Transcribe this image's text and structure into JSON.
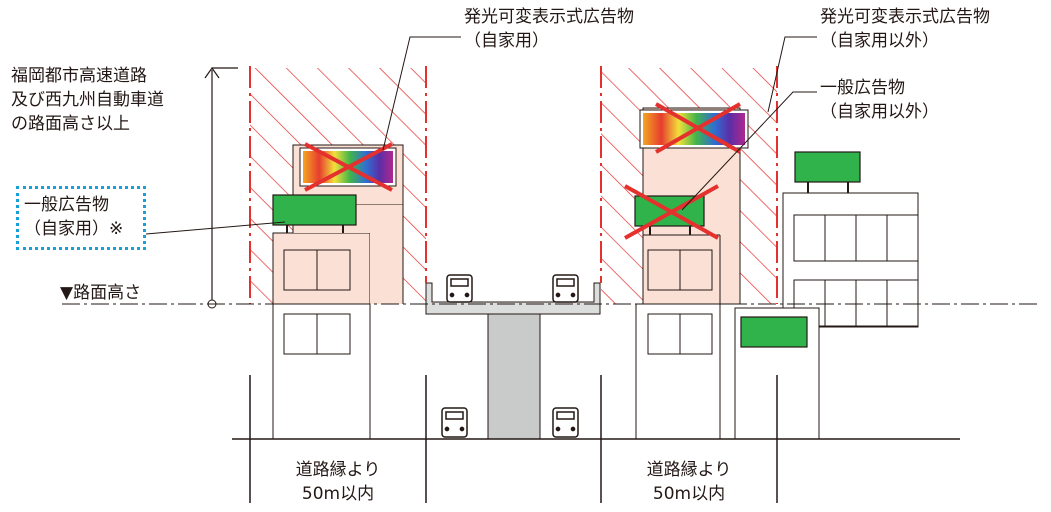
{
  "labels": {
    "height_line": [
      "福岡都市高速道路",
      "及び西九州自動車道",
      "の路面高さ以上"
    ],
    "road_surface": "▼路面高さ",
    "self_use_general": [
      "一般広告物",
      "（自家用）※"
    ],
    "self_use_led": [
      "発光可変表示式広告物",
      "（自家用）"
    ],
    "other_led": [
      "発光可変表示式広告物",
      "（自家用以外）"
    ],
    "other_general": [
      "一般広告物",
      "（自家用以外）"
    ],
    "zone_left": [
      "道路縁より",
      "50m以内"
    ],
    "zone_right": [
      "道路縁より",
      "50m以内"
    ]
  },
  "colors": {
    "sign_green": "#2fb34a",
    "zone_red": "#e5312e",
    "building_fill": "#fbe1d5",
    "highlight_border": "#1aa0d8",
    "line": "#231815",
    "pier_gray": "#c9caca"
  }
}
